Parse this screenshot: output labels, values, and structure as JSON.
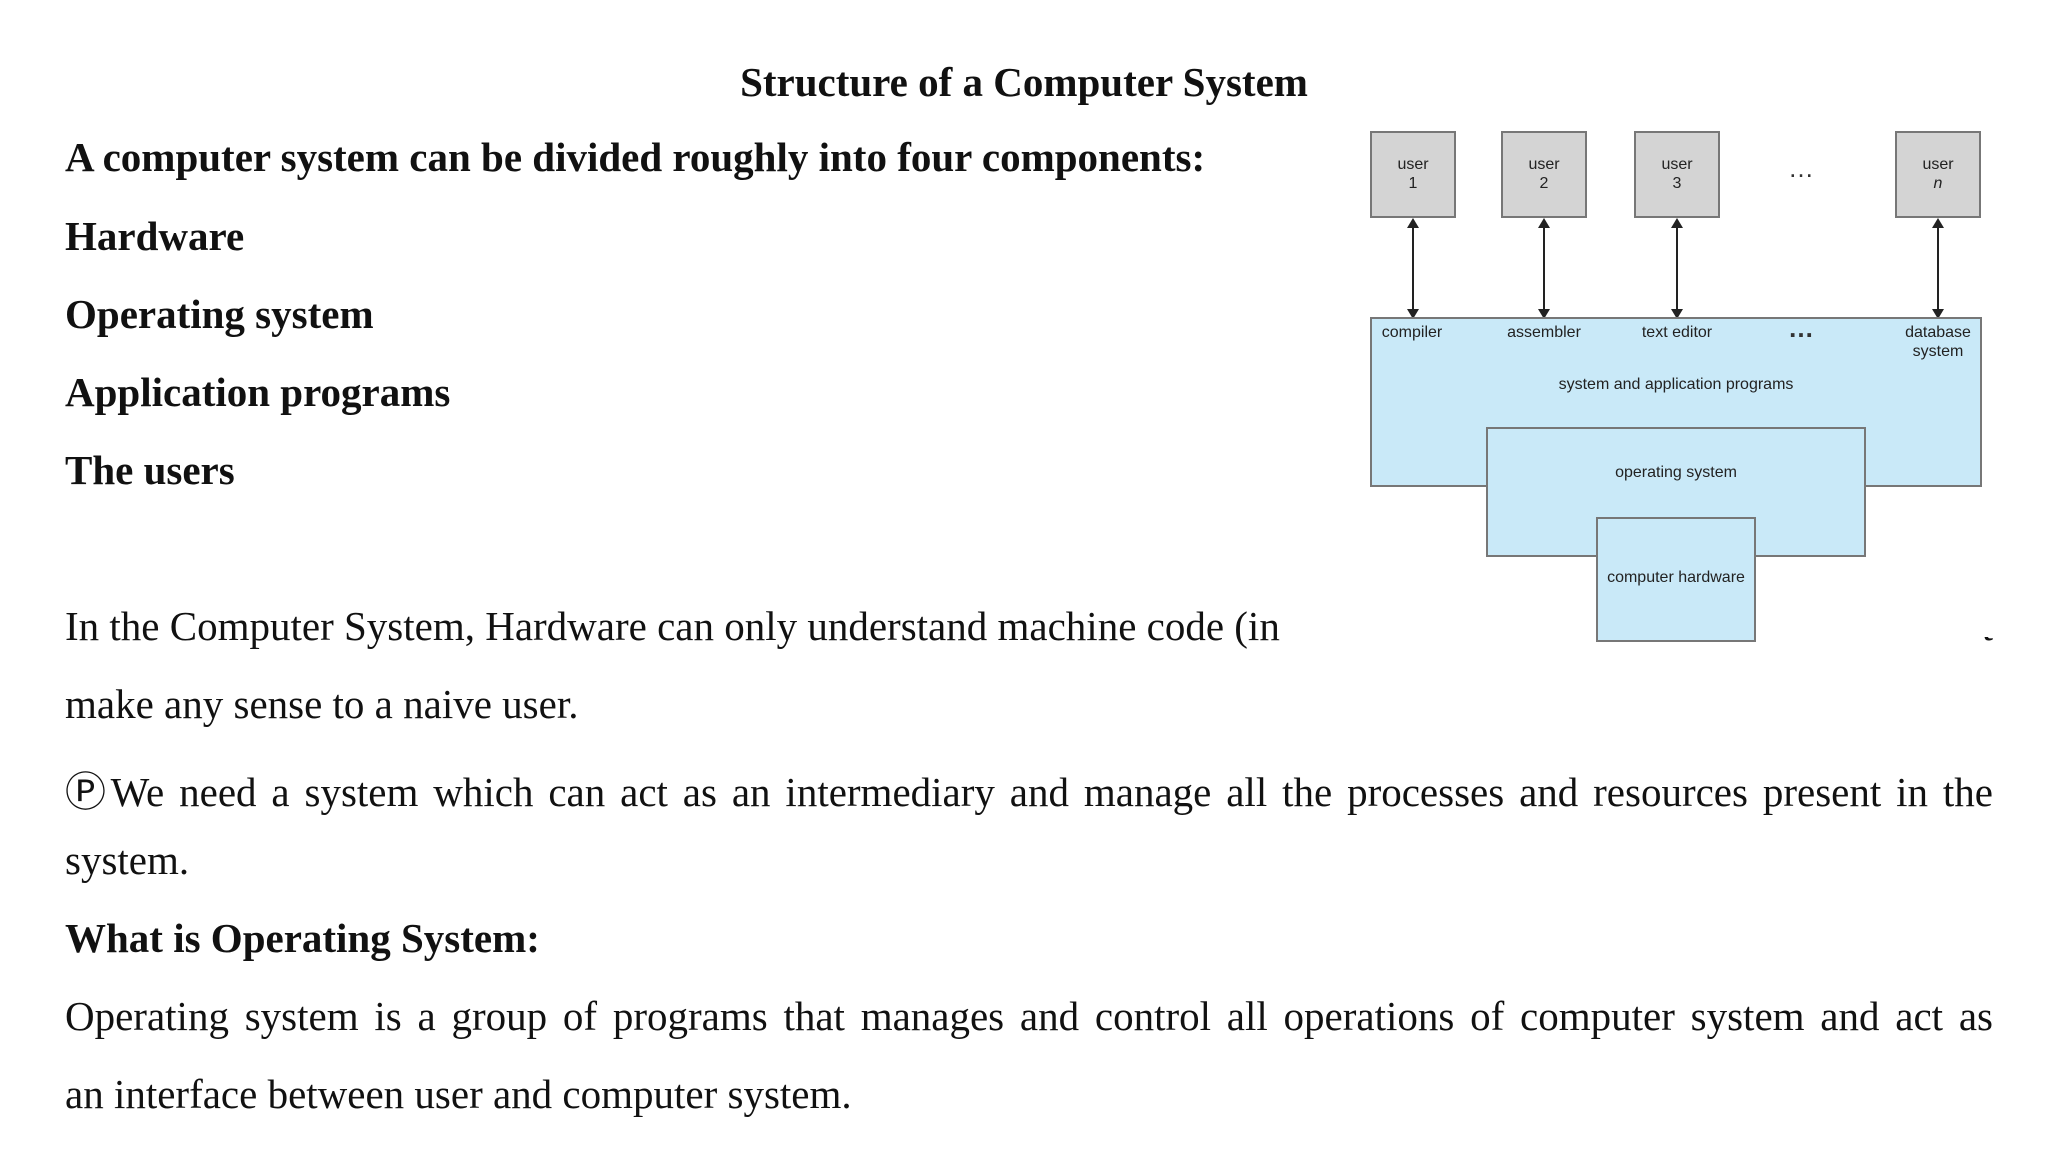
{
  "title": "Structure of a Computer System",
  "intro": {
    "heading": "A computer system can be divided roughly into four components:",
    "components": [
      "Hardware",
      "Operating system",
      "Application programs",
      "The users"
    ]
  },
  "paragraphs": {
    "p1_line1_start": "In the Computer System, Hardware can only understand machine code (in",
    "p1_line1_end": "t",
    "p1_line2": "make any sense to a naive user.",
    "p2_line1": "ⓅWe need a system which can act as an intermediary and manage all the processes and resources present in the",
    "p2_line2": "system.",
    "os_heading": "What is Operating System:",
    "p3_line1": "Operating system is a group of programs that manages and control all operations of computer system and act as",
    "p3_line2": "an interface between user and computer system."
  },
  "diagram": {
    "users": [
      {
        "label": "user",
        "num": "1"
      },
      {
        "label": "user",
        "num": "2"
      },
      {
        "label": "user",
        "num": "3"
      },
      {
        "label": "user",
        "num": "n"
      }
    ],
    "ellipsis": "…",
    "programs": [
      "compiler",
      "assembler",
      "text editor",
      "database system"
    ],
    "programs_ellipsis": "…",
    "layer_programs": "system and application programs",
    "layer_os": "operating system",
    "layer_hardware": "computer hardware",
    "colors": {
      "user_box": "#d4d4d4",
      "layer": "#c9e9f8"
    }
  }
}
